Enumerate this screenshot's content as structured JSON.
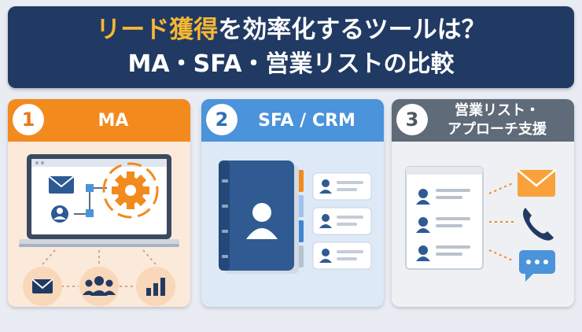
{
  "title": {
    "accent": "リード獲得",
    "line1_rest": "を効率化するツールは？",
    "line2": "MA・SFA・営業リストの比較"
  },
  "cards": [
    {
      "number": "1",
      "title": "MA"
    },
    {
      "number": "2",
      "title": "SFA / CRM"
    },
    {
      "number": "3",
      "title_line1": "営業リスト・",
      "title_line2": "アプローチ支援"
    }
  ],
  "colors": {
    "navy": "#213a63",
    "accent_yellow": "#f7b733",
    "orange": "#f28a1e",
    "blue": "#4b93da",
    "gray": "#5f6b78"
  },
  "icons": {
    "ma": [
      "laptop-icon",
      "mail-icon",
      "user-icon",
      "gear-icon",
      "group-icon",
      "bar-chart-icon"
    ],
    "sfa": [
      "address-book-icon",
      "contact-card-icon"
    ],
    "list": [
      "list-document-icon",
      "mail-icon",
      "phone-icon",
      "chat-icon"
    ]
  }
}
